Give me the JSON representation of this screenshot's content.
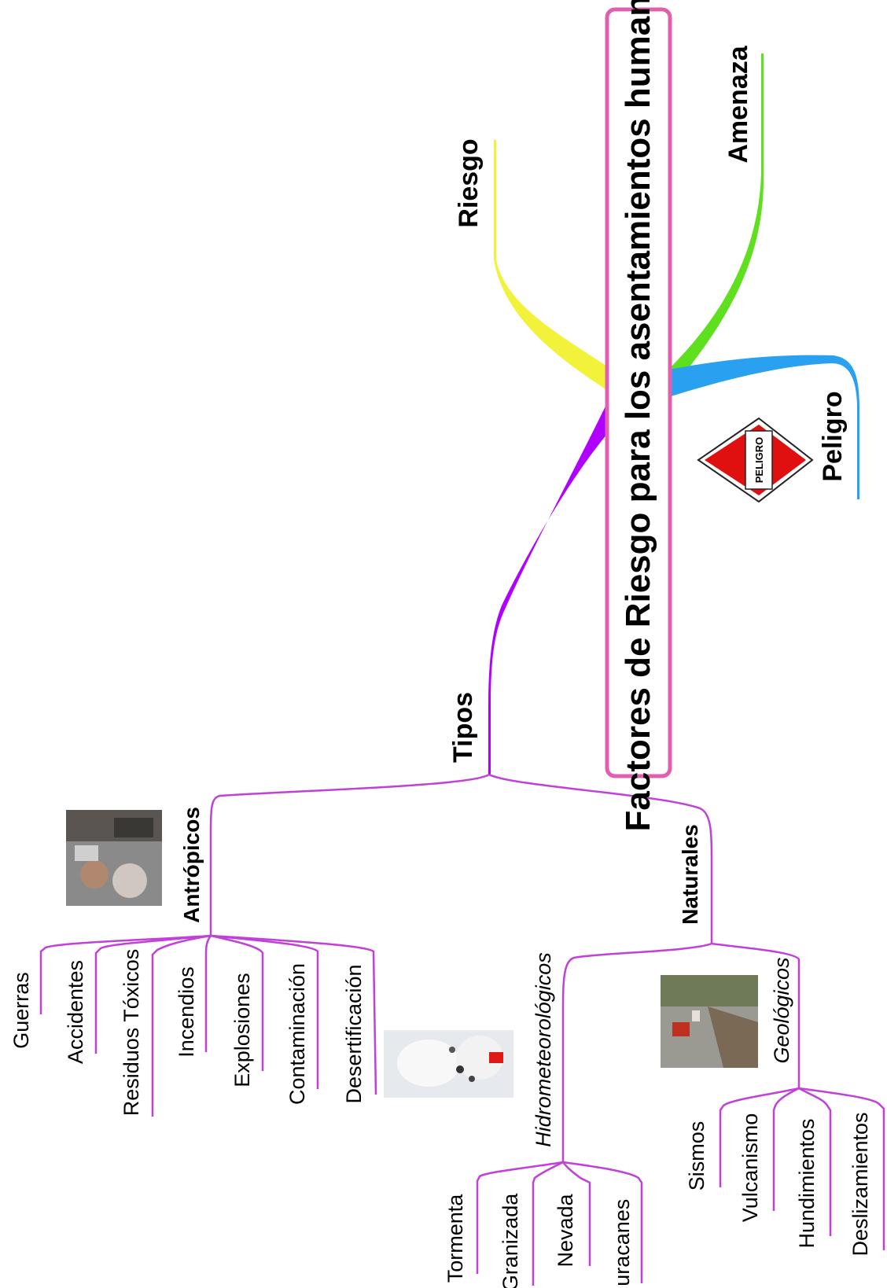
{
  "title": "Factores de Riesgo para los asentamientos humanos",
  "colors": {
    "title_border": "#e060b0",
    "riesgo": "#f2f23a",
    "amenaza": "#5ee01e",
    "peligro": "#2aa0f0",
    "tipos": "#b000ff",
    "thin_lines": "#c040d8",
    "sign_red": "#e01010"
  },
  "branches": {
    "riesgo": "Riesgo",
    "amenaza": "Amenaza",
    "peligro": "Peligro",
    "peligro_sign_text": "PELIGRO",
    "tipos": "Tipos"
  },
  "tipos": {
    "antropicos": {
      "label": "Antrópicos",
      "photo_icon": "crowd-photo",
      "items": [
        "Guerras",
        "Accidentes",
        "Residuos Tóxicos",
        "Incendios",
        "Explosiones",
        "Contaminación",
        "Desertificación"
      ]
    },
    "naturales": {
      "label": "Naturales",
      "hidrometeorologicos": {
        "label": "Hidrometeorológicos",
        "photo_icon": "snowstorm-photo",
        "items": [
          "Tormenta",
          "Granizada",
          "Nevada",
          "Huracanes"
        ]
      },
      "geologicos": {
        "label": "Geológicos",
        "photo_icon": "landslide-photo",
        "items": [
          "Sismos",
          "Vulcanismo",
          "Hundimientos",
          "Deslizamientos"
        ]
      }
    }
  }
}
